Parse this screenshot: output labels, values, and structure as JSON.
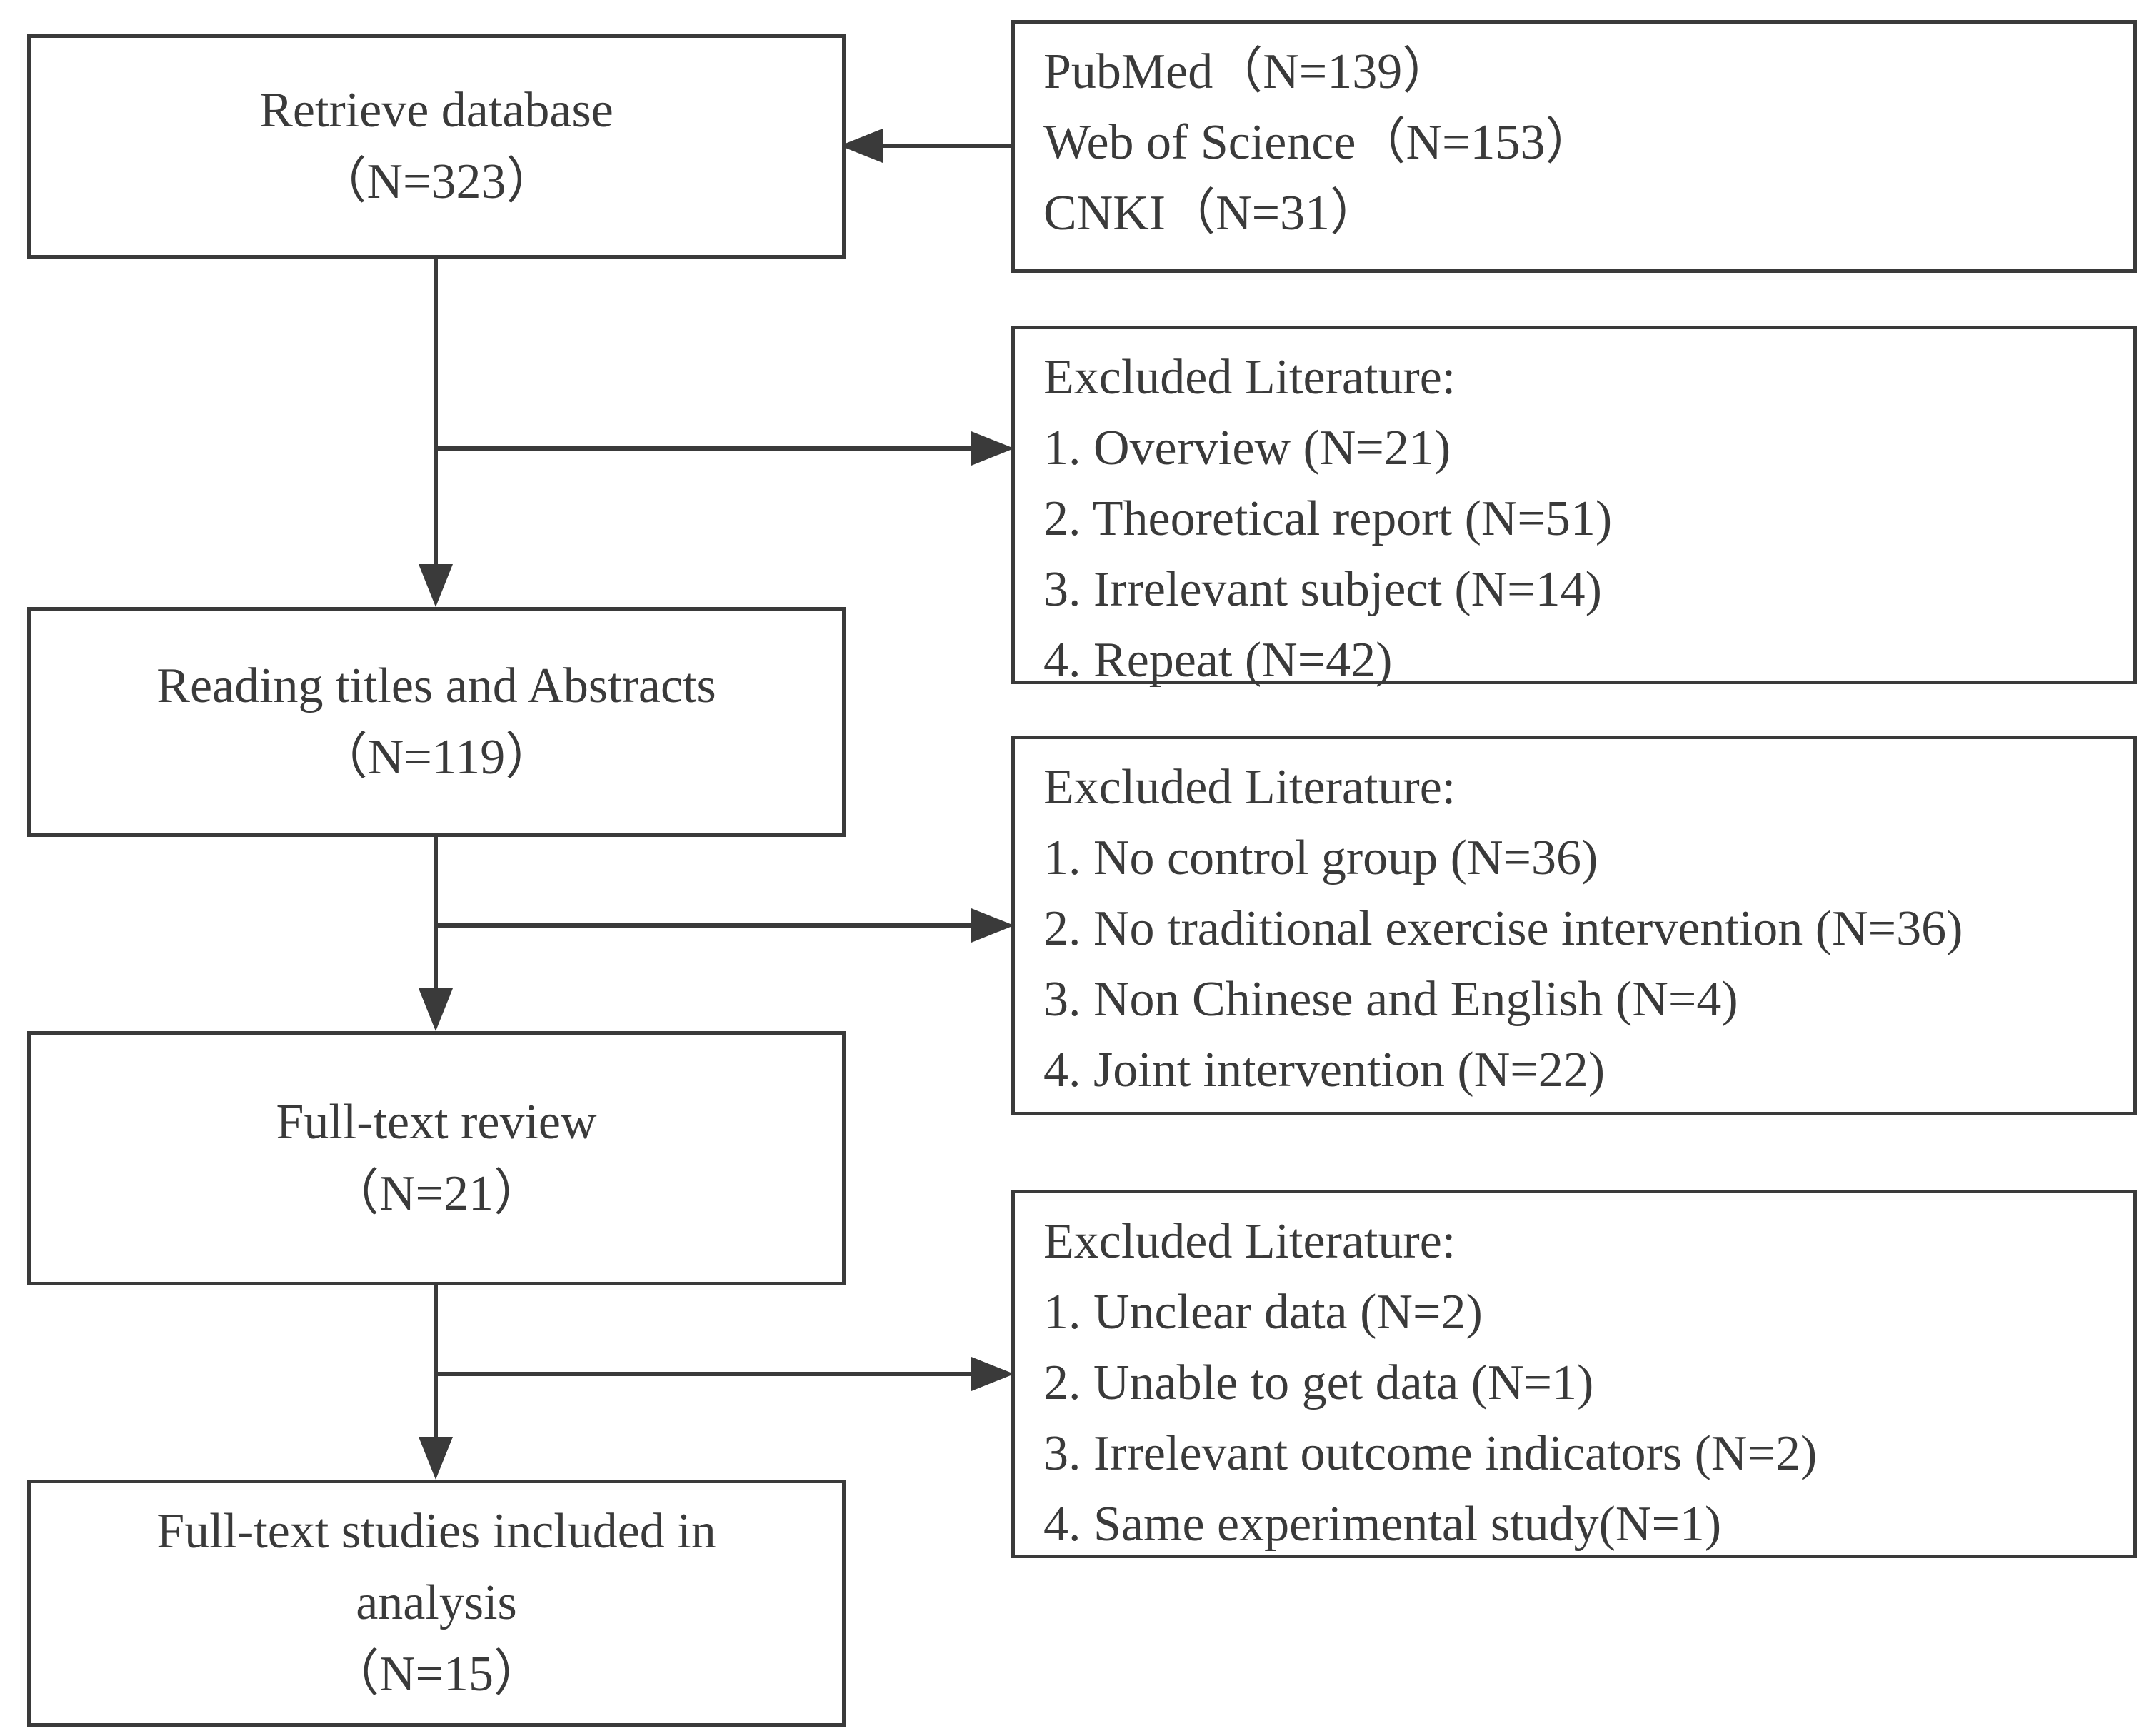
{
  "main_steps": [
    {
      "id": "retrieve",
      "lines": [
        "Retrieve database",
        "（N=323）"
      ]
    },
    {
      "id": "screening",
      "lines": [
        "Reading titles and Abstracts",
        "（N=119）"
      ]
    },
    {
      "id": "fulltext",
      "lines": [
        "Full-text review",
        "（N=21）"
      ]
    },
    {
      "id": "included",
      "lines": [
        "Full-text studies included in",
        "analysis",
        "（N=15）"
      ]
    }
  ],
  "sources": {
    "lines": [
      "PubMed（N=139）",
      "Web of Science（N=153）",
      "CNKI（N=31）"
    ]
  },
  "exclusions": [
    {
      "title": "Excluded Literature:",
      "items": [
        "1. Overview (N=21)",
        "2. Theoretical report (N=51)",
        "3. Irrelevant subject (N=14)",
        "4. Repeat (N=42)"
      ]
    },
    {
      "title": "Excluded Literature:",
      "items": [
        "1. No control group (N=36)",
        "2. No traditional exercise intervention (N=36)",
        "3. Non Chinese and English (N=4)",
        "4. Joint intervention (N=22)"
      ]
    },
    {
      "title": "Excluded Literature:",
      "items": [
        "1. Unclear data (N=2)",
        "2. Unable to get data (N=1)",
        "3. Irrelevant outcome indicators (N=2)",
        "4. Same experimental study(N=1)"
      ]
    }
  ],
  "colors": {
    "stroke": "#3a3a3a",
    "text": "#3a3a3a",
    "background": "#ffffff"
  }
}
